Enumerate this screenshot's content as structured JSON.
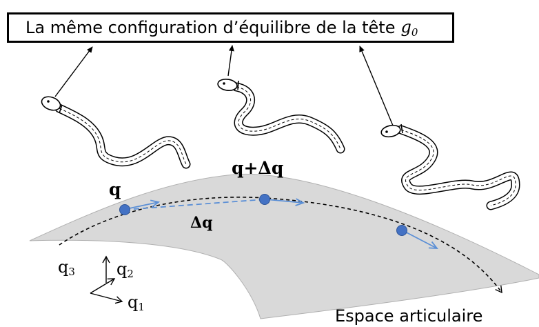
{
  "title": {
    "text": "La même configuration d’équilibre de la tête",
    "symbol": "g",
    "subscript": "0"
  },
  "labels": {
    "q": "q",
    "q_plus_dq": "q+Δq",
    "dq": "Δq",
    "space": "Espace articulaire"
  },
  "axes": {
    "q1": "q",
    "q1_sub": "1",
    "q2": "q",
    "q2_sub": "2",
    "q3": "q",
    "q3_sub": "3"
  },
  "colors": {
    "surface": "#d9d9d9",
    "point": "#4472c4",
    "arrow": "#5b8fd6"
  }
}
